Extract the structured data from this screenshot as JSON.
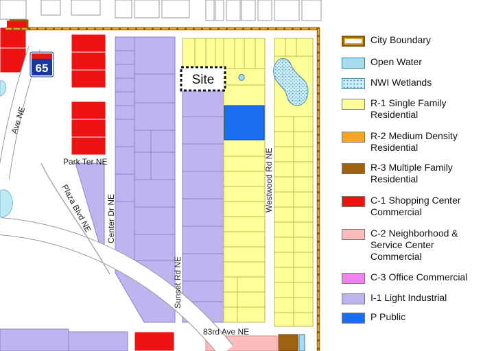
{
  "map": {
    "site_label": "Site",
    "interstate_shield": "65",
    "roads": {
      "ave_ne": "Ave NE",
      "park_ter_ne": "Park Ter NE",
      "plaza_blvd_ne": "Plaza Blvd NE",
      "center_dr_ne": "Center Dr NE",
      "sunset_rd_ne": "Sunset Rd NE",
      "westwood_rd_ne": "Westwood Rd NE",
      "ave_83rd_ne": "83rd Ave NE"
    },
    "colors": {
      "city_boundary": "#d4901c",
      "open_water": "#a8dcf0",
      "nwi_wetlands": "#bfe8f5",
      "r1": "#ffff99",
      "r2": "#f5a623",
      "r3": "#a0620e",
      "c1": "#ee1111",
      "c2": "#fcbcbc",
      "c3": "#ee82ee",
      "i1": "#c0b4f0",
      "p": "#1a6ef0"
    }
  },
  "legend": [
    {
      "id": "city-boundary",
      "lines": [
        "City Boundary"
      ]
    },
    {
      "id": "open-water",
      "lines": [
        "Open Water"
      ]
    },
    {
      "id": "nwi-wetlands",
      "lines": [
        "NWI Wetlands"
      ]
    },
    {
      "id": "r1",
      "lines": [
        "R-1  Single Family",
        "Residential"
      ]
    },
    {
      "id": "r2",
      "lines": [
        "R-2  Medium Density",
        "Residential"
      ]
    },
    {
      "id": "r3",
      "lines": [
        "R-3  Multiple Family",
        "Residential"
      ]
    },
    {
      "id": "c1",
      "lines": [
        "C-1  Shopping Center",
        "Commercial"
      ]
    },
    {
      "id": "c2",
      "lines": [
        "C-2  Neighborhood &",
        "Service Center",
        "Commercial"
      ]
    },
    {
      "id": "c3",
      "lines": [
        "C-3  Office Commercial"
      ]
    },
    {
      "id": "i1",
      "lines": [
        "I-1  Light Industrial"
      ]
    },
    {
      "id": "p",
      "lines": [
        "P  Public"
      ]
    }
  ]
}
